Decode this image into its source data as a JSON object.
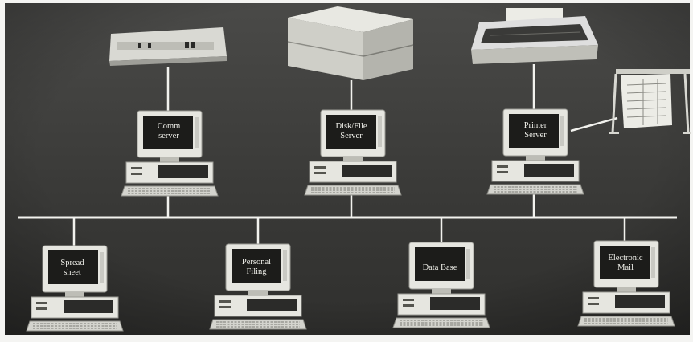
{
  "servers": [
    {
      "id": "comm",
      "label": "Comm server",
      "lines": [
        "Comm",
        "server"
      ],
      "peripheral": "modem"
    },
    {
      "id": "disk",
      "label": "Disk/File Server",
      "lines": [
        "Disk/File",
        "Server"
      ],
      "peripheral": "disk-drive"
    },
    {
      "id": "printer",
      "label": "Printer Server",
      "lines": [
        "Printer",
        "Server"
      ],
      "peripheral": "printer"
    }
  ],
  "workstations": [
    {
      "id": "spreadsheet",
      "label": "Spread sheet",
      "lines": [
        "Spread",
        "sheet"
      ]
    },
    {
      "id": "filing",
      "label": "Personal Filing",
      "lines": [
        "Personal",
        "Filing"
      ]
    },
    {
      "id": "database",
      "label": "Data Base",
      "lines": [
        "Data Base"
      ]
    },
    {
      "id": "email",
      "label": "Electronic Mail",
      "lines": [
        "Electronic",
        "Mail"
      ]
    }
  ],
  "extra_peripherals": [
    {
      "id": "plotter",
      "attached_to": "printer"
    }
  ],
  "colors": {
    "background": "#3c3c3a",
    "line": "#f2f2ee",
    "screen": "#1c1c1a",
    "computer_body": "#e6e6e0"
  }
}
